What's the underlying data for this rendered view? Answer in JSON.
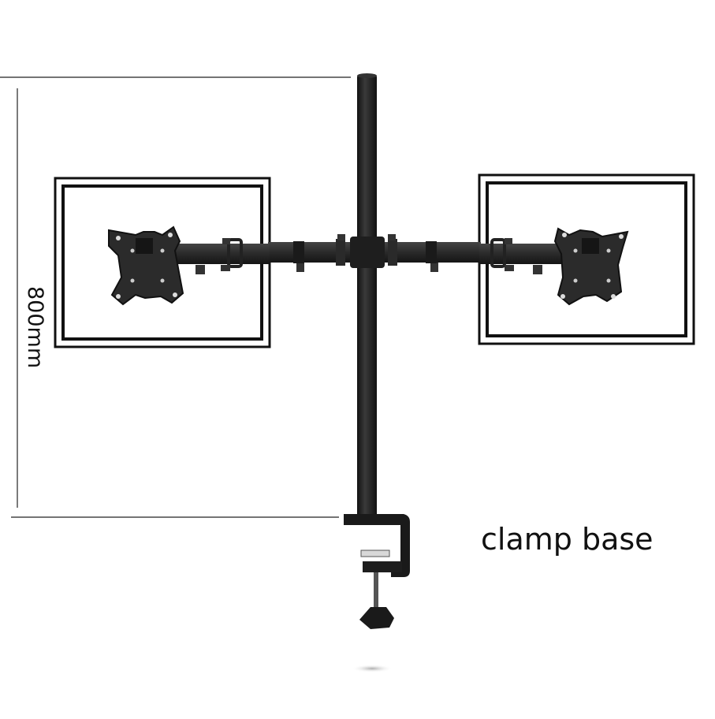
{
  "dimension": {
    "height_label": "800mm"
  },
  "labels": {
    "clamp_base": "clamp base"
  },
  "colors": {
    "metal": "#2a2a2a",
    "metal_dark": "#151515",
    "metal_light": "#4a4a4a",
    "line": "#222222",
    "background": "#ffffff"
  },
  "components": {
    "left_monitor": "monitor-frame",
    "right_monitor": "monitor-frame",
    "pole": "vertical-pole",
    "clamp": "c-clamp"
  }
}
